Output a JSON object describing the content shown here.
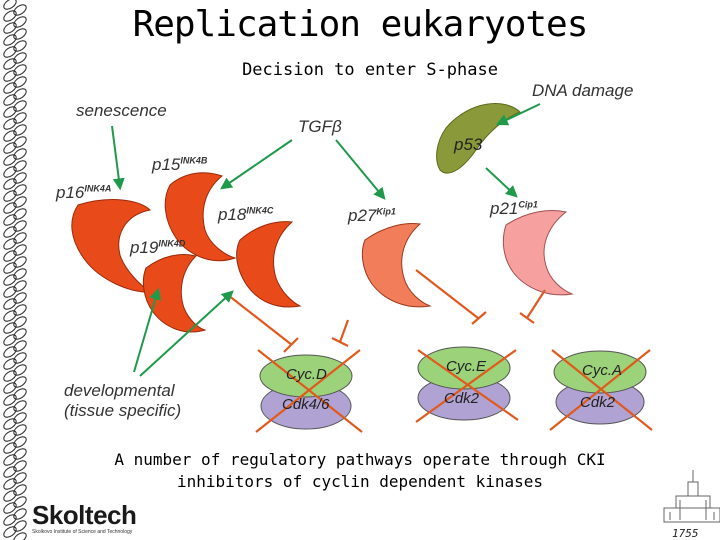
{
  "title": "Replication eukaryotes",
  "subtitle": "Decision to enter S-phase",
  "labels": {
    "senescence": "senescence",
    "tgfb": "TGFβ",
    "dna_damage": "DNA damage",
    "p53": "p53",
    "p15": {
      "base": "p15",
      "sup": "INK4B"
    },
    "p16": {
      "base": "p16",
      "sup": "INK4A"
    },
    "p18": {
      "base": "p18",
      "sup": "INK4C"
    },
    "p19": {
      "base": "p19",
      "sup": "INK4D"
    },
    "p27": {
      "base": "p27",
      "sup": "Kip1"
    },
    "p21": {
      "base": "p21",
      "sup": "Cip1"
    },
    "developmental_line1": "developmental",
    "developmental_line2": "(tissue specific)"
  },
  "complexes": [
    {
      "cyclin": "Cyc.D",
      "cdk": "Cdk4/6"
    },
    {
      "cyclin": "Cyc.E",
      "cdk": "Cdk2"
    },
    {
      "cyclin": "Cyc.A",
      "cdk": "Cdk2"
    }
  ],
  "caption": {
    "line1": "A number of regulatory pathways operate through CKI",
    "line2": "inhibitors of cyclin dependent kinases"
  },
  "logo": {
    "name": "Skoltech",
    "subtitle": "Skolkovo Institute of Science and Technology"
  },
  "year": "1755",
  "colors": {
    "ink4": "#e84a1a",
    "p27": "#f27d5a",
    "p21": "#f7a0a0",
    "p53": "#8a9a3a",
    "cyclin": "#9cd27a",
    "cdk": "#b0a2d2",
    "activation_arrow": "#1e9a4a",
    "inhibition_line": "#e05a1e"
  }
}
